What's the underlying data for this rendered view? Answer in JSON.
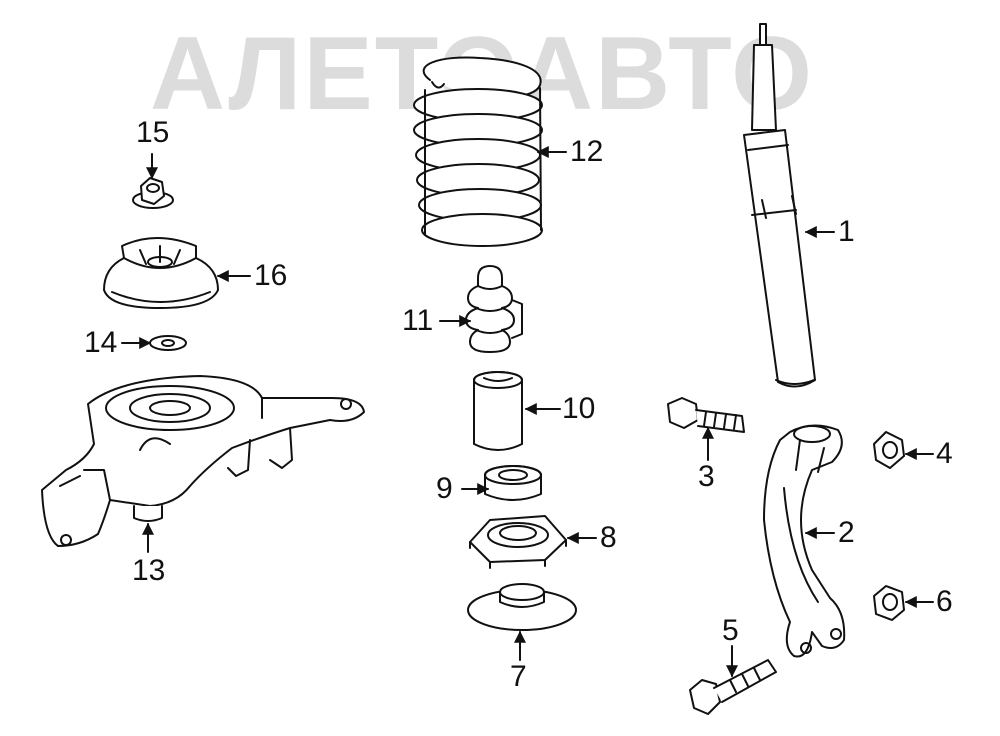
{
  "watermark": {
    "text": "АЛЕТОАВТО"
  },
  "colors": {
    "line": "#111111",
    "fill": "#ffffff",
    "watermark": "#d9d9d9"
  },
  "callouts": [
    {
      "id": "1",
      "label": "1"
    },
    {
      "id": "2",
      "label": "2"
    },
    {
      "id": "3",
      "label": "3"
    },
    {
      "id": "4",
      "label": "4"
    },
    {
      "id": "5",
      "label": "5"
    },
    {
      "id": "6",
      "label": "6"
    },
    {
      "id": "7",
      "label": "7"
    },
    {
      "id": "8",
      "label": "8"
    },
    {
      "id": "9",
      "label": "9"
    },
    {
      "id": "10",
      "label": "10"
    },
    {
      "id": "11",
      "label": "11"
    },
    {
      "id": "12",
      "label": "12"
    },
    {
      "id": "13",
      "label": "13"
    },
    {
      "id": "14",
      "label": "14"
    },
    {
      "id": "15",
      "label": "15"
    },
    {
      "id": "16",
      "label": "16"
    }
  ]
}
